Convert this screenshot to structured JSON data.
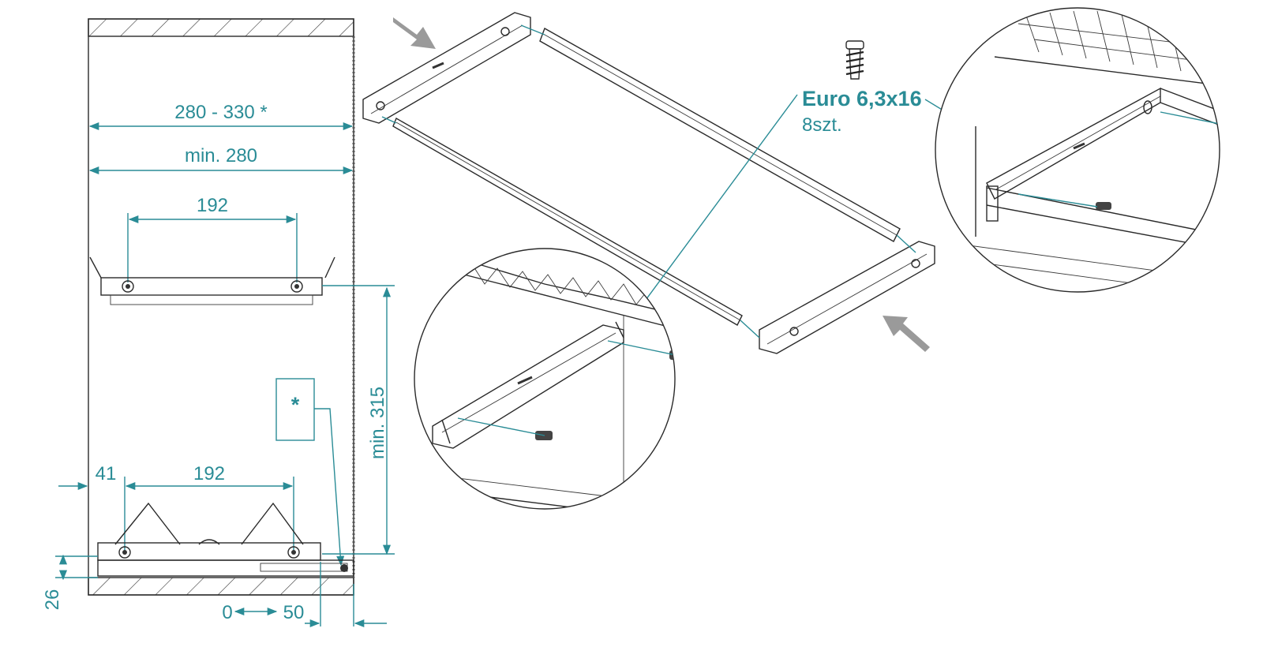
{
  "labels": {
    "width_range": "280 - 330 *",
    "min_width": "min. 280",
    "top_spacing": "192",
    "bottom_spacing": "192",
    "offset_41": "41",
    "height_26": "26",
    "min_height": "min. 315",
    "slide_0": "0",
    "slide_50": "50",
    "asterisk": "*",
    "screw_name": "Euro 6,3x16",
    "screw_qty": "8szt."
  },
  "colors": {
    "dimension": "#2a8c96",
    "line": "#2a2a2a",
    "arrow": "#9a9a9a"
  }
}
